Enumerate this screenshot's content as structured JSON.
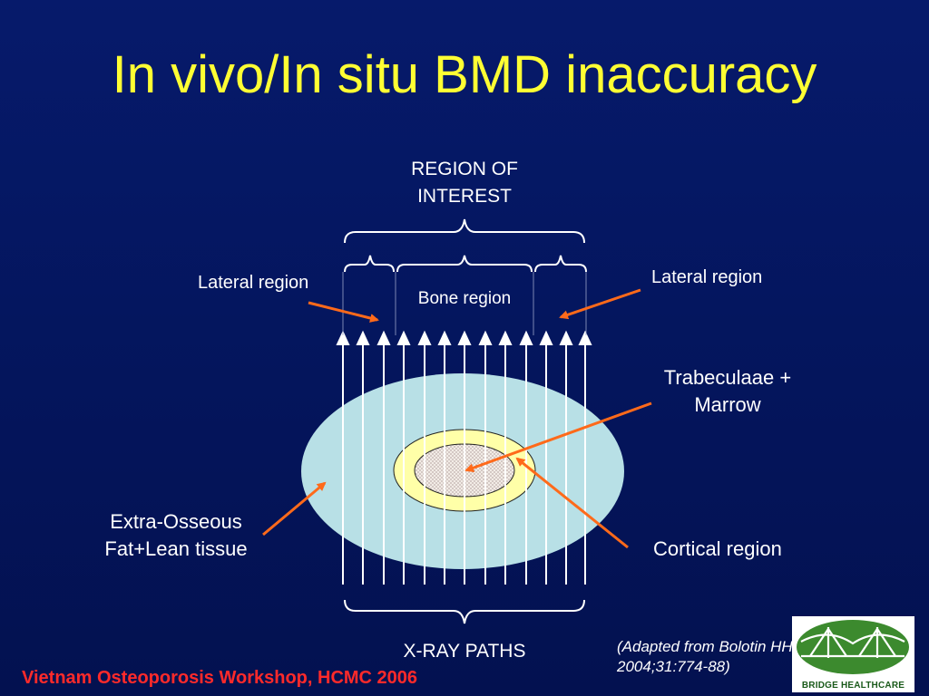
{
  "slide": {
    "title": "In vivo/In situ BMD inaccuracy",
    "footer": "Vietnam Osteoporosis Workshop, HCMC 2006",
    "citation": "(Adapted from Bolotin HH, Med Phys\n2004;31:774-88)"
  },
  "diagram": {
    "roi_label": "REGION OF\nINTEREST",
    "lateral_left": "Lateral region",
    "lateral_right": "Lateral region",
    "bone_region": "Bone region",
    "trabeculae": "Trabeculaae +\nMarrow",
    "extra_osseous": "Extra-Osseous\nFat+Lean tissue",
    "cortical": "Cortical region",
    "xray_paths": "X-RAY PATHS"
  },
  "logo": {
    "text": "BRIDGE HEALTHCARE"
  },
  "colors": {
    "title": "#ffff33",
    "footer": "#ff2a2a",
    "arrow": "#ff6a1a",
    "soft_tissue": "#b8e0e6",
    "cortical": "#ffffa8",
    "marrow": "#f0e6e0"
  }
}
